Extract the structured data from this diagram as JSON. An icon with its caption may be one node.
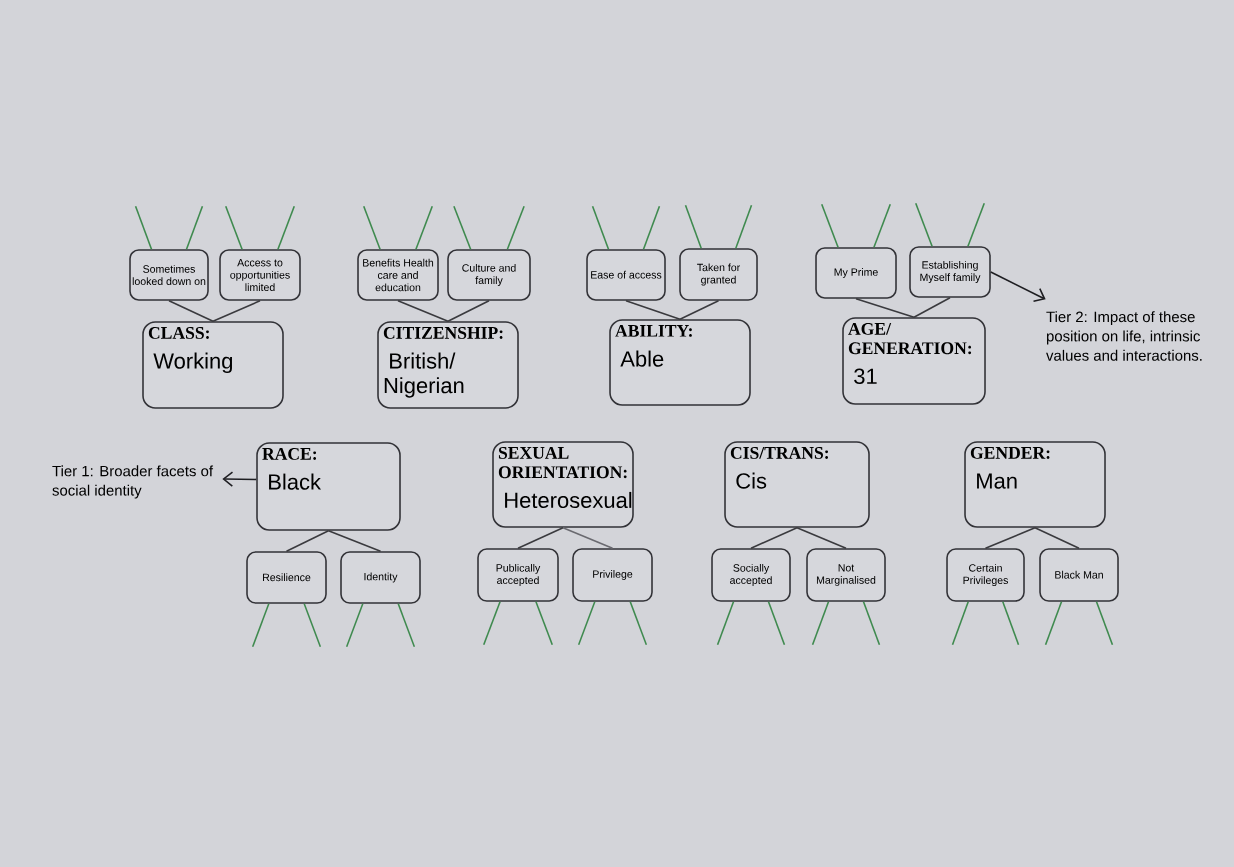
{
  "diagram": {
    "nodes": [
      {
        "text": [
          "Sometimes looked down on"
        ]
      },
      {
        "text": [
          "Access to opportunities limited"
        ]
      },
      {
        "text": [
          "CLASS:",
          "Working"
        ]
      },
      {
        "text": [
          "Benefits Health care and education"
        ]
      },
      {
        "text": [
          "Culture and family"
        ]
      },
      {
        "text": [
          "CITIZENSHIP:",
          "British/ Nigerian"
        ]
      },
      {
        "text": [
          "Ease of access"
        ]
      },
      {
        "text": [
          "Taken for granted"
        ]
      },
      {
        "text": [
          "ABILITY:",
          "Able"
        ]
      },
      {
        "text": [
          "My Prime"
        ]
      },
      {
        "text": [
          "Establishing Myself family"
        ]
      },
      {
        "text": [
          "AGE/ GENERATION:",
          "31"
        ]
      },
      {
        "text": [
          "Tier 2: Impact of these position on life, intrinsic values and interactions."
        ]
      },
      {
        "text": [
          "Tier 1: Broader facets of social identity"
        ]
      },
      {
        "text": [
          "RACE:",
          "Black"
        ]
      },
      {
        "text": [
          "Resilience"
        ]
      },
      {
        "text": [
          "Identity"
        ]
      },
      {
        "text": [
          "SEXUAL ORIENTATION:",
          "Heterosexual"
        ]
      },
      {
        "text": [
          "Publically accepted"
        ]
      },
      {
        "text": [
          "Privilege"
        ]
      },
      {
        "text": [
          "CIS/TRANS:",
          "Cis"
        ]
      },
      {
        "text": [
          "Socially accepted"
        ]
      },
      {
        "text": [
          "Not Marginalised"
        ]
      },
      {
        "text": [
          "GENDER:",
          "Man"
        ]
      },
      {
        "text": [
          "Certain Privileges"
        ]
      },
      {
        "text": [
          "Black Man"
        ]
      }
    ],
    "edges": [
      {
        "from": 2,
        "to": 0,
        "arrow": "none",
        "color": "#3a3a3e"
      },
      {
        "from": 2,
        "to": 1,
        "arrow": "none",
        "color": "#3a3a3e"
      },
      {
        "from": 5,
        "to": 3,
        "arrow": "none",
        "color": "#3a3a3e"
      },
      {
        "from": 5,
        "to": 4,
        "arrow": "none",
        "color": "#3a3a3e"
      },
      {
        "from": 8,
        "to": 6,
        "arrow": "none",
        "color": "#3a3a3e"
      },
      {
        "from": 8,
        "to": 7,
        "arrow": "none",
        "color": "#3a3a3e"
      },
      {
        "from": 11,
        "to": 9,
        "arrow": "none",
        "color": "#3a3a3e"
      },
      {
        "from": 11,
        "to": 10,
        "arrow": "none",
        "color": "#3a3a3e"
      },
      {
        "from": 10,
        "to": 12,
        "arrow": "to",
        "color": "#1e1e22"
      },
      {
        "from": 14,
        "to": 13,
        "arrow": "to",
        "color": "#1e1e22"
      },
      {
        "from": 14,
        "to": 15,
        "arrow": "none",
        "color": "#3a3a3e"
      },
      {
        "from": 14,
        "to": 16,
        "arrow": "none",
        "color": "#3a3a3e"
      },
      {
        "from": 17,
        "to": 18,
        "arrow": "none",
        "color": "#3a3a3e"
      },
      {
        "from": 17,
        "to": 19,
        "arrow": "none",
        "color": "#6a6a70"
      },
      {
        "from": 20,
        "to": 21,
        "arrow": "none",
        "color": "#3a3a3e"
      },
      {
        "from": 20,
        "to": 22,
        "arrow": "none",
        "color": "#3a3a3e"
      },
      {
        "from": 23,
        "to": 24,
        "arrow": "none",
        "color": "#3a3a3e"
      },
      {
        "from": 23,
        "to": 25,
        "arrow": "none",
        "color": "#3a3a3e"
      },
      {
        "from": null,
        "to": 0,
        "arrow": "none",
        "color": "#3f8a4f"
      },
      {
        "from": null,
        "to": 0,
        "arrow": "none",
        "color": "#3f8a4f"
      },
      {
        "from": null,
        "to": 1,
        "arrow": "none",
        "color": "#3f8a4f"
      },
      {
        "from": null,
        "to": 1,
        "arrow": "none",
        "color": "#3f8a4f"
      },
      {
        "from": null,
        "to": 3,
        "arrow": "none",
        "color": "#3f8a4f"
      },
      {
        "from": null,
        "to": 3,
        "arrow": "none",
        "color": "#3f8a4f"
      },
      {
        "from": null,
        "to": 4,
        "arrow": "none",
        "color": "#3f8a4f"
      },
      {
        "from": null,
        "to": 4,
        "arrow": "none",
        "color": "#3f8a4f"
      },
      {
        "from": null,
        "to": 6,
        "arrow": "none",
        "color": "#3f8a4f"
      },
      {
        "from": null,
        "to": 6,
        "arrow": "none",
        "color": "#3f8a4f"
      },
      {
        "from": null,
        "to": 7,
        "arrow": "none",
        "color": "#3f8a4f"
      },
      {
        "from": null,
        "to": 7,
        "arrow": "none",
        "color": "#3f8a4f"
      },
      {
        "from": null,
        "to": 9,
        "arrow": "none",
        "color": "#3f8a4f"
      },
      {
        "from": null,
        "to": 9,
        "arrow": "none",
        "color": "#3f8a4f"
      },
      {
        "from": null,
        "to": 10,
        "arrow": "none",
        "color": "#3f8a4f"
      },
      {
        "from": null,
        "to": 10,
        "arrow": "none",
        "color": "#3f8a4f"
      },
      {
        "from": 15,
        "to": null,
        "arrow": "none",
        "color": "#3f8a4f"
      },
      {
        "from": 15,
        "to": null,
        "arrow": "none",
        "color": "#3f8a4f"
      },
      {
        "from": 16,
        "to": null,
        "arrow": "none",
        "color": "#3f8a4f"
      },
      {
        "from": 16,
        "to": null,
        "arrow": "none",
        "color": "#3f8a4f"
      },
      {
        "from": 18,
        "to": null,
        "arrow": "none",
        "color": "#3f8a4f"
      },
      {
        "from": 18,
        "to": null,
        "arrow": "none",
        "color": "#3f8a4f"
      },
      {
        "from": 19,
        "to": null,
        "arrow": "none",
        "color": "#3f8a4f"
      },
      {
        "from": 19,
        "to": null,
        "arrow": "none",
        "color": "#3f8a4f"
      },
      {
        "from": 21,
        "to": null,
        "arrow": "none",
        "color": "#3f8a4f"
      },
      {
        "from": 21,
        "to": null,
        "arrow": "none",
        "color": "#3f8a4f"
      },
      {
        "from": 22,
        "to": null,
        "arrow": "none",
        "color": "#3f8a4f"
      },
      {
        "from": 22,
        "to": null,
        "arrow": "none",
        "color": "#3f8a4f"
      },
      {
        "from": 24,
        "to": null,
        "arrow": "none",
        "color": "#3f8a4f"
      },
      {
        "from": 24,
        "to": null,
        "arrow": "none",
        "color": "#3f8a4f"
      },
      {
        "from": 25,
        "to": null,
        "arrow": "none",
        "color": "#3f8a4f"
      },
      {
        "from": 25,
        "to": null,
        "arrow": "none",
        "color": "#3f8a4f"
      }
    ]
  }
}
